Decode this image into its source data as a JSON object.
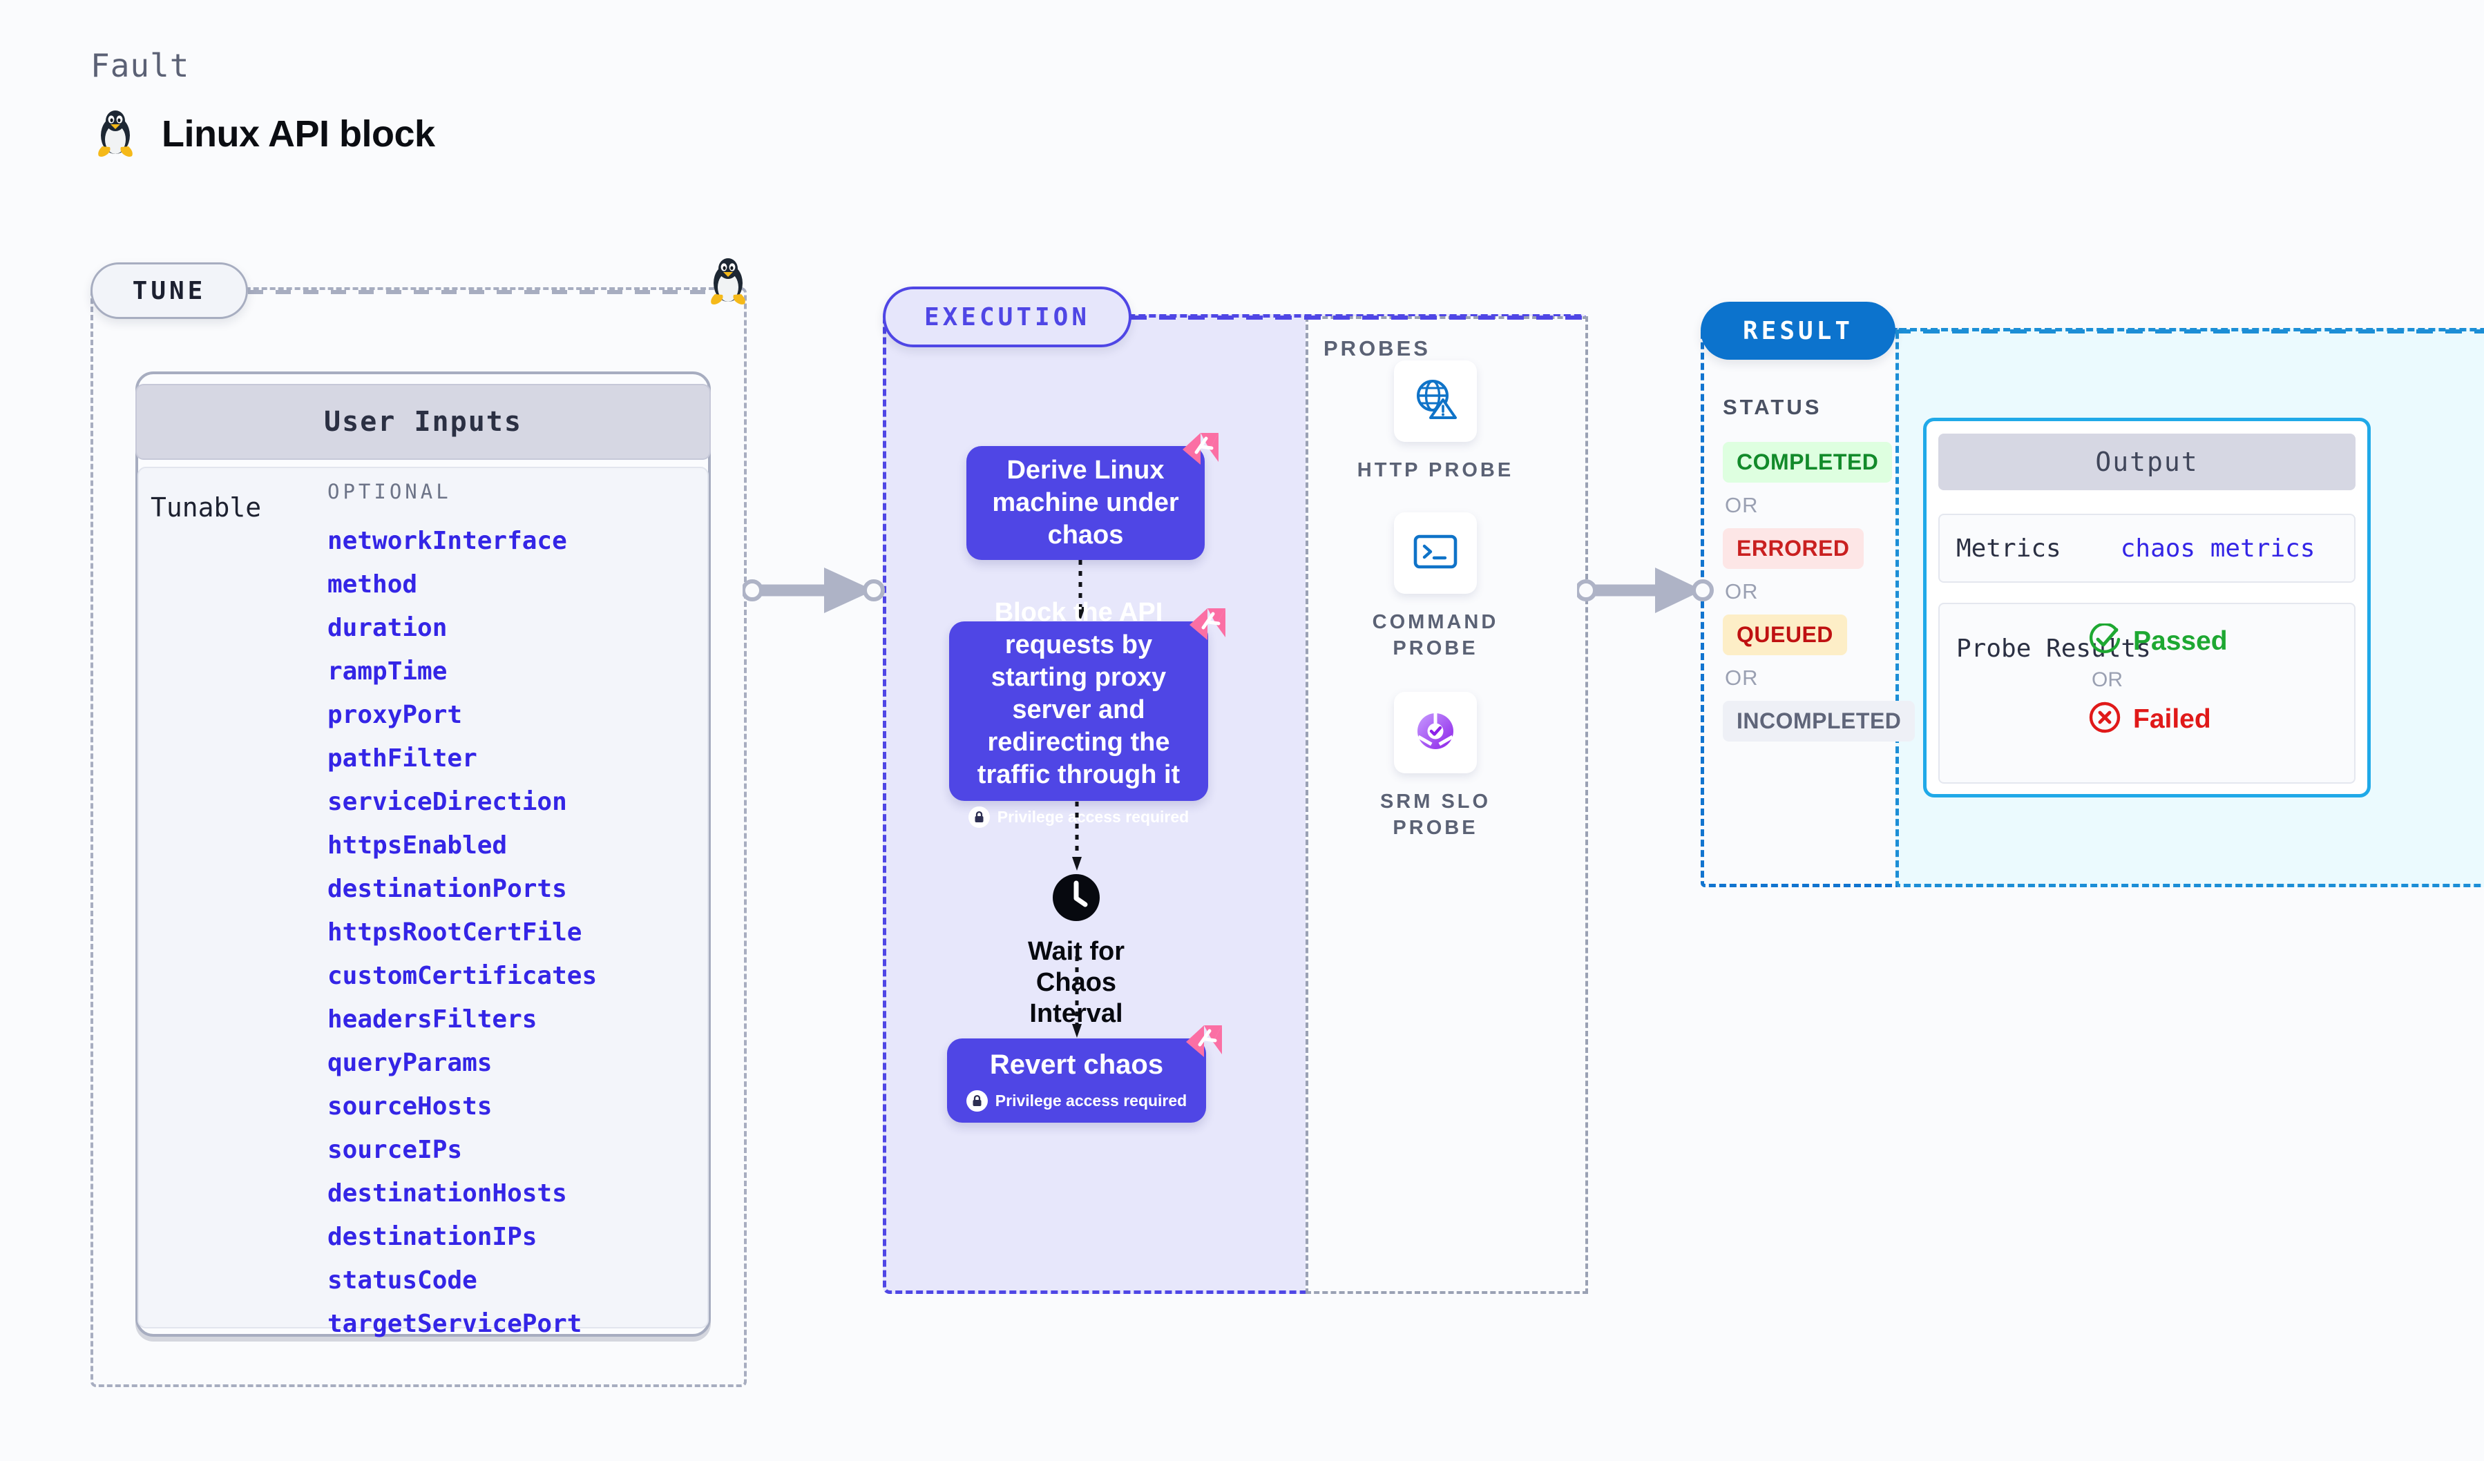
{
  "header": {
    "kicker": "Fault",
    "title": "Linux API block",
    "icon": "tux-penguin-icon"
  },
  "tune": {
    "pill_label": "TUNE",
    "card_title": "User Inputs",
    "tunable_label": "Tunable",
    "optional_label": "OPTIONAL",
    "params": [
      "networkInterface",
      "method",
      "duration",
      "rampTime",
      "proxyPort",
      "pathFilter",
      "serviceDirection",
      "httpsEnabled",
      "destinationPorts",
      "httpsRootCertFile",
      "customCertificates",
      "headersFilters",
      "queryParams",
      "sourceHosts",
      "sourceIPs",
      "destinationHosts",
      "destinationIPs",
      "statusCode",
      "targetServicePort"
    ]
  },
  "execution": {
    "pill_label": "EXECUTION",
    "nodes": [
      {
        "text": "Derive Linux machine under chaos",
        "privilege": ""
      },
      {
        "text": "Block the API requests by starting proxy server and redirecting the traffic through it",
        "privilege": "Privilege access required"
      },
      {
        "text": "Revert chaos",
        "privilege": "Privilege access required"
      }
    ],
    "wait_label": "Wait for Chaos Interval"
  },
  "probes": {
    "title": "PROBES",
    "items": [
      {
        "label": "HTTP PROBE",
        "icon": "globe-warning-icon"
      },
      {
        "label": "COMMAND PROBE",
        "icon": "terminal-icon"
      },
      {
        "label": "SRM SLO PROBE",
        "icon": "slo-donut-check-icon"
      }
    ]
  },
  "result": {
    "pill_label": "RESULT",
    "status_label": "STATUS",
    "or_label": "OR",
    "statuses": [
      "COMPLETED",
      "ERRORED",
      "QUEUED",
      "INCOMPLETED"
    ]
  },
  "output": {
    "title": "Output",
    "metrics_key": "Metrics",
    "metrics_value": "chaos metrics",
    "probe_results_key": "Probe Results",
    "passed_label": "Passed",
    "failed_label": "Failed",
    "or_label": "OR"
  },
  "colors": {
    "brand_indigo": "#4f46e5",
    "param_blue": "#3425e6",
    "result_blue": "#0c73cd",
    "output_cyan": "#20a9e8",
    "badge_pink": "#fb6fa4",
    "pass_green": "#1ea832",
    "fail_red": "#e01919"
  }
}
